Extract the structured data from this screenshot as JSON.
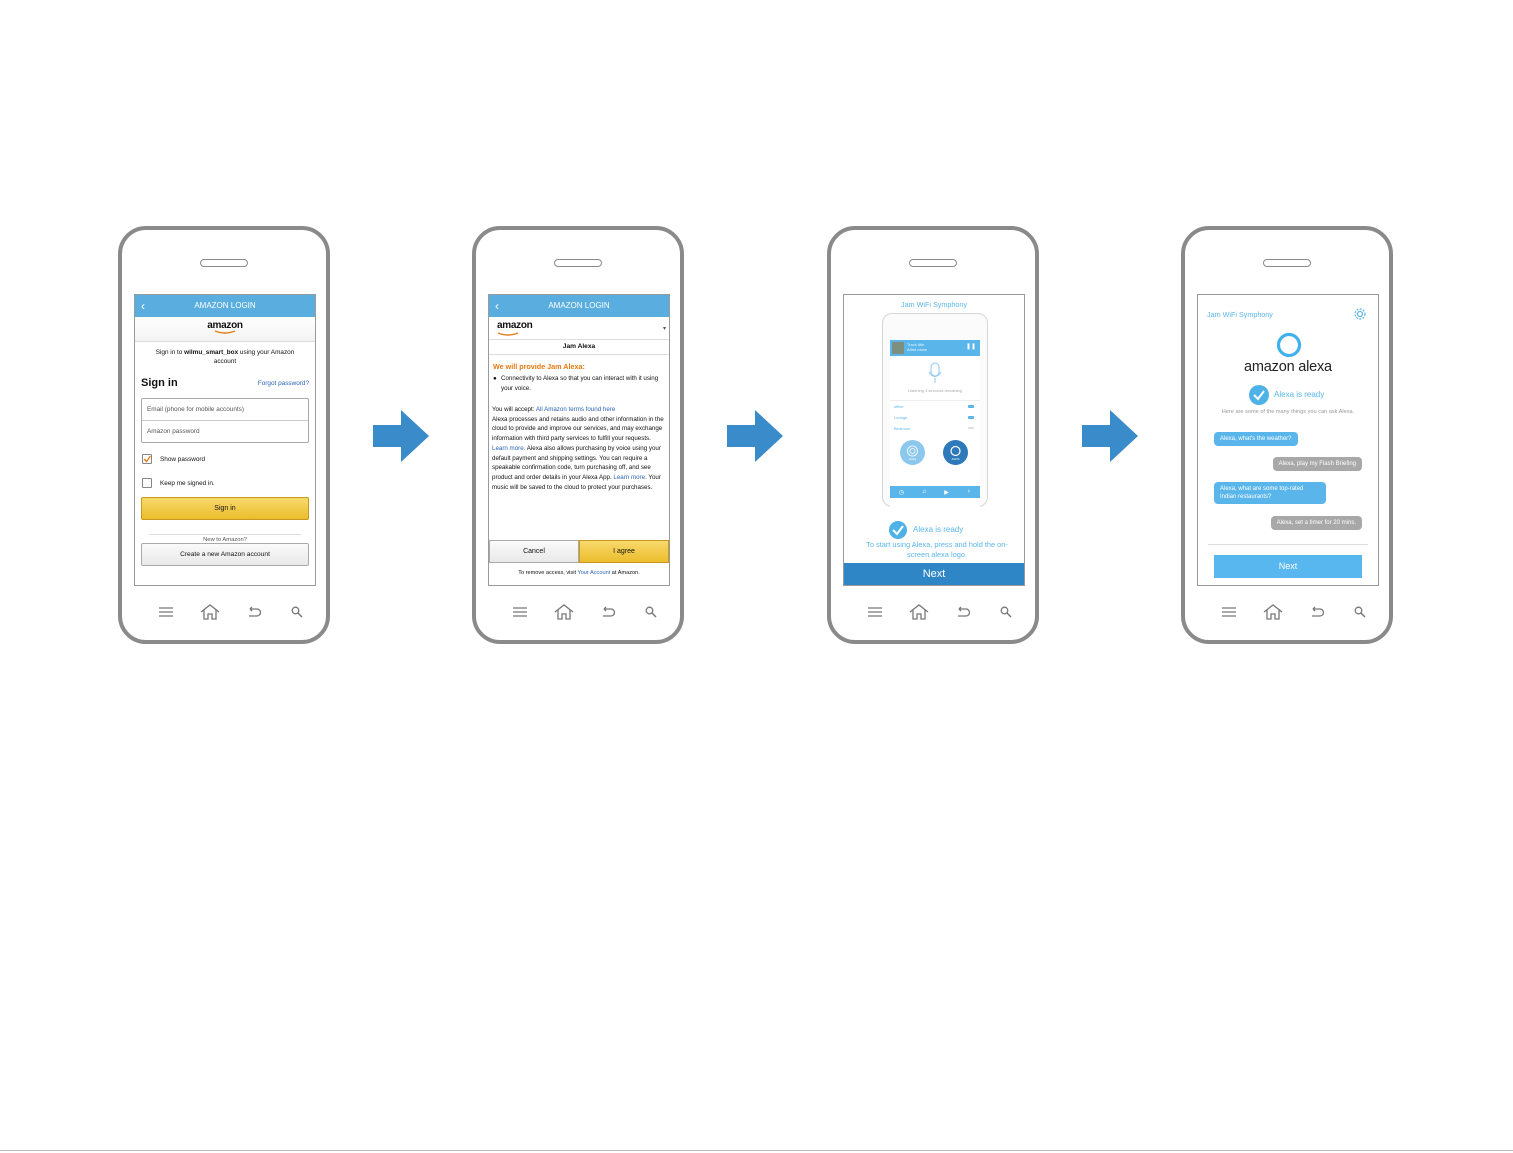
{
  "colors": {
    "accent_blue": "#5aaedf",
    "amazon_yellow": "#f0c14b",
    "arrow_blue": "#3a8bc9",
    "alexa_blue": "#5ab6ea"
  },
  "phone1": {
    "header_title": "AMAZON LOGIN",
    "logo": "amazon",
    "intro_prefix": "Sign in to ",
    "intro_app": "wilmu_smart_box",
    "intro_suffix": " using your Amazon account",
    "signin_heading": "Sign in",
    "forgot_link": "Forgot password?",
    "email_placeholder": "Email (phone for mobile accounts)",
    "password_placeholder": "Amazon password",
    "show_password_label": "Show password",
    "show_password_checked": true,
    "keep_signed_label": "Keep me signed in.",
    "keep_signed_checked": false,
    "signin_button": "Sign in",
    "new_to_amazon": "New to Amazon?",
    "create_account_button": "Create a new Amazon account"
  },
  "phone2": {
    "header_title": "AMAZON LOGIN",
    "logo": "amazon",
    "subtitle": "Jam Alexa",
    "provide_heading": "We will provide Jam Alexa:",
    "bullet": "Connectivity to Alexa so that you can interact with it using your voice.",
    "accept_prefix": "You will accept: ",
    "accept_link": "All Amazon terms found here",
    "body_text_1": "Alexa processes and retains audio and other information in the cloud to provide and improve our services, and may exchange information with third party services to fulfill your requests. ",
    "learn_more_1": "Learn more.",
    "body_text_2": " Alexa also allows purchasing by voice using your default payment and shipping settings. You can require a speakable confirmation code, turn purchasing off, and see product and order details in your Alexa App. ",
    "learn_more_2": "Learn more.",
    "body_text_3": " Your music will be saved to the cloud to protect your purchases.",
    "cancel_button": "Cancel",
    "agree_button": "I agree",
    "footer_prefix": "To remove access, visit ",
    "footer_link": "Your Account",
    "footer_suffix": " at Amazon."
  },
  "phone3": {
    "app_title": "Jam WiFi Symphony",
    "track_title": "Track title",
    "track_artist": "Artist name",
    "listening_text": "Listening 3 seconds remaining",
    "rooms": [
      "office",
      "Lounge",
      "Bedroom"
    ],
    "left_circle_label": "setting",
    "right_circle_label": "ALEXA",
    "ready_text": "Alexa is ready",
    "instruction": "To start using Alexa, press and hold the on-screen alexa logo.",
    "next_button": "Next"
  },
  "phone4": {
    "app_title": "Jam WiFi Symphony",
    "brand": "amazon alexa",
    "ready_text": "Alexa is ready",
    "hint": "Here are some of the many things you can ask Alexa.",
    "bubbles": [
      "Alexa, what's the weather?",
      "Alexa, play my Flash Briefing",
      "Alexa, what are some top-rated Indian restaurants?",
      "Alexa, set a timer for 20 mins."
    ],
    "next_button": "Next"
  },
  "navbar_icons": [
    "menu-icon",
    "home-icon",
    "back-icon",
    "search-icon"
  ]
}
